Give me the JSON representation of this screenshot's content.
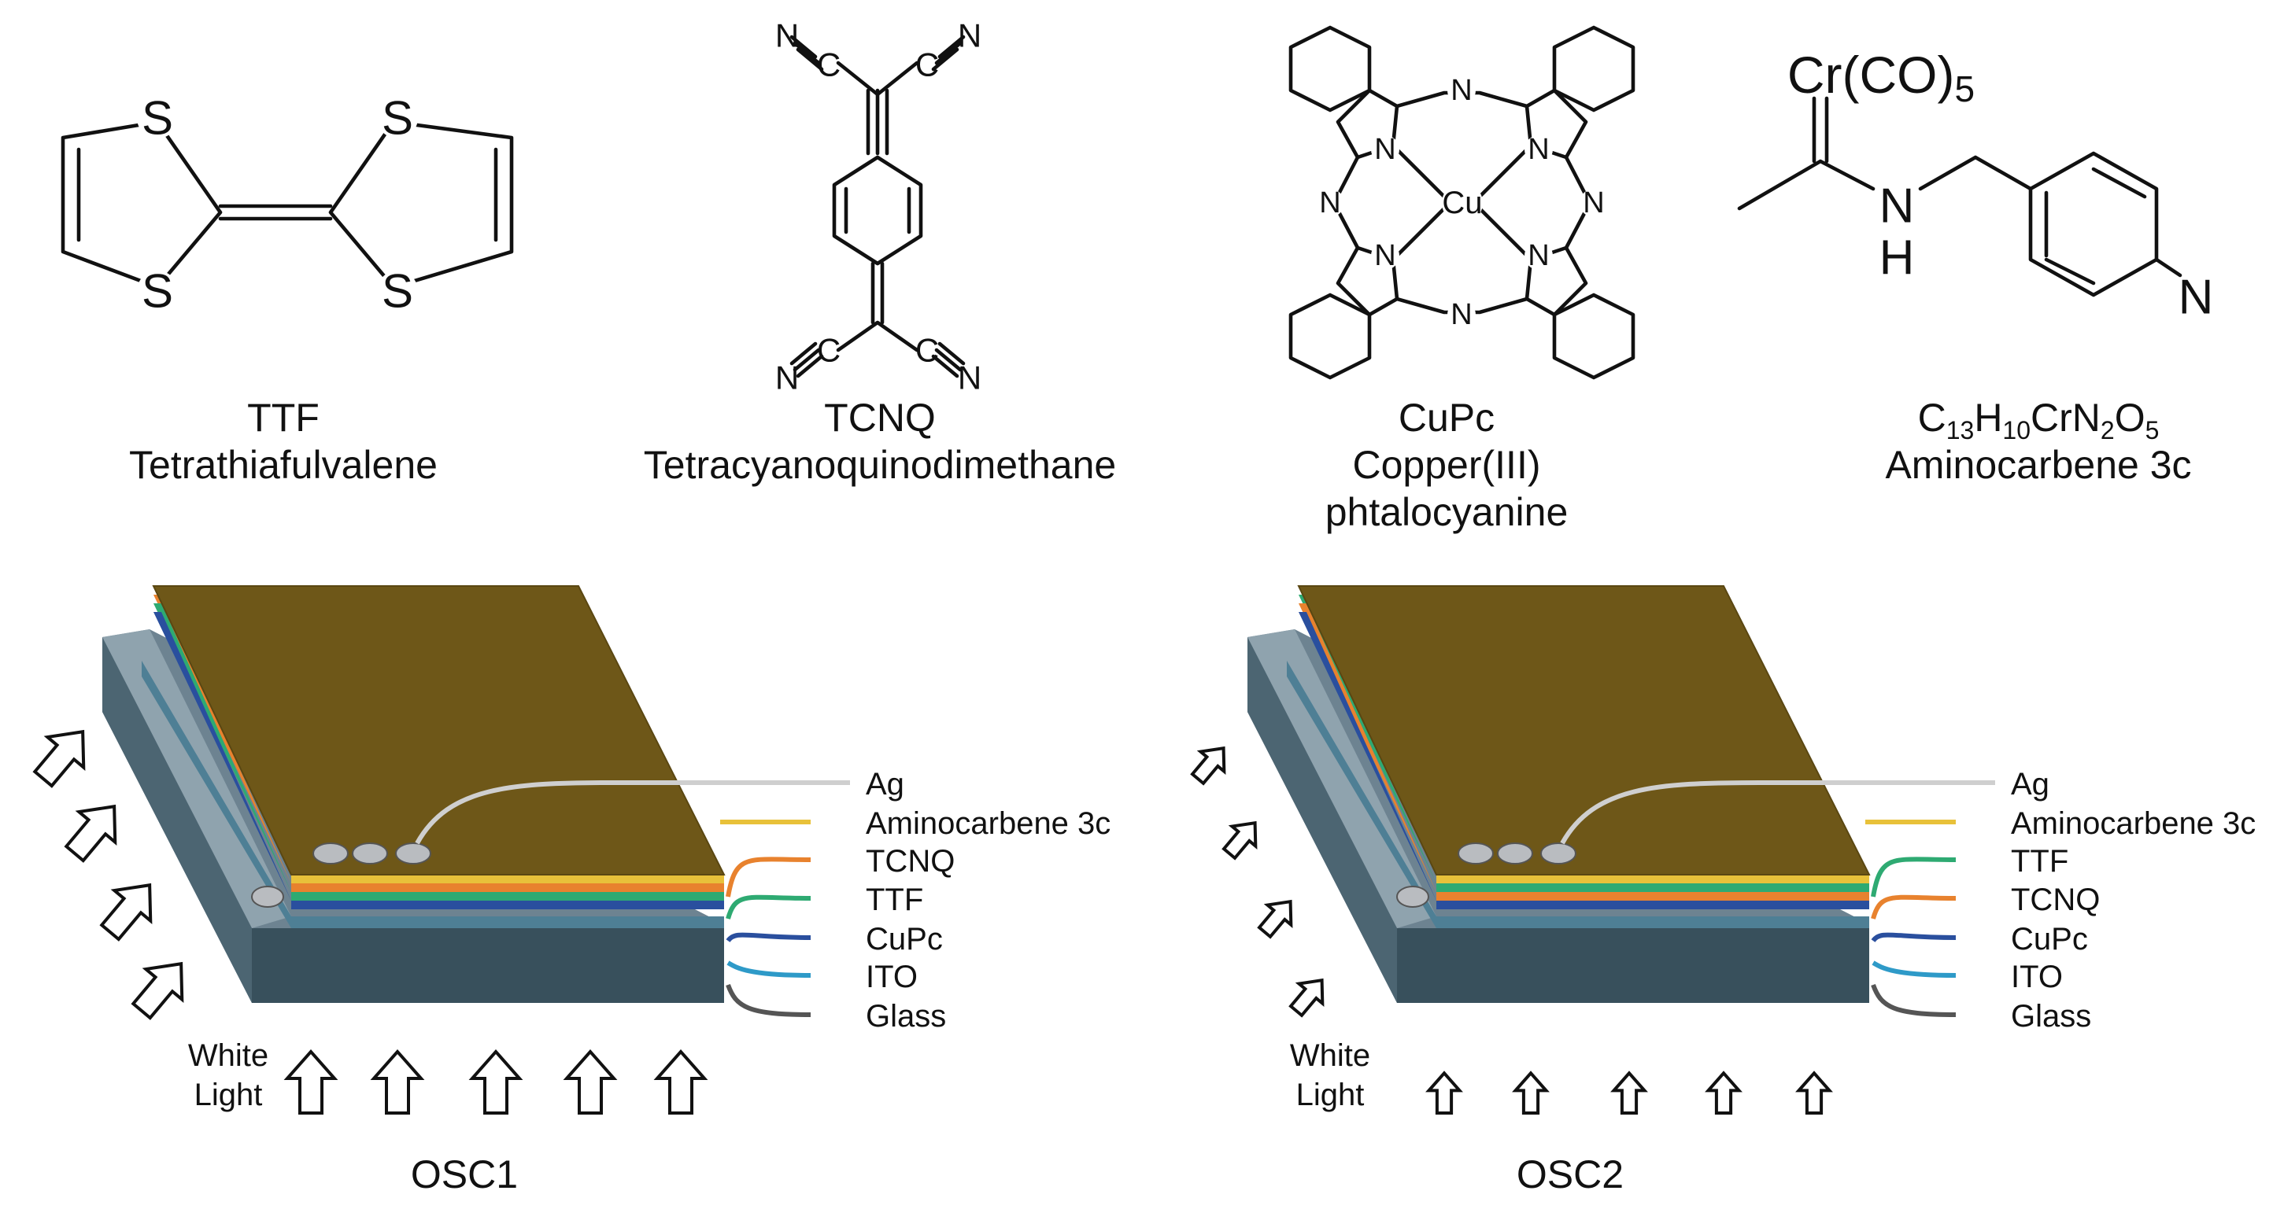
{
  "molecules": [
    {
      "abbr": "TTF",
      "name": "Tetrathiafulvalene"
    },
    {
      "abbr": "TCNQ",
      "name": "Tetracyanoquinodimethane"
    },
    {
      "abbr": "CuPc",
      "name": "Copper(III)",
      "name2": "phtalocyanine"
    },
    {
      "abbr_parts": [
        "C",
        "13",
        "H",
        "10",
        "CrN",
        "2",
        "O",
        "5"
      ],
      "name": "Aminocarbene 3c"
    }
  ],
  "atoms": {
    "S": "S",
    "N": "N",
    "C": "C",
    "Cu": "Cu",
    "H": "H",
    "cr_group": "Cr(CO)",
    "cr_sub": "5"
  },
  "devices": [
    {
      "title": "OSC1",
      "light_label": [
        "White",
        "Light"
      ],
      "layers": [
        {
          "name": "Ag",
          "color": "#c8c8c8"
        },
        {
          "name": "Aminocarbene 3c",
          "color": "#e8c13a"
        },
        {
          "name": "TCNQ",
          "color": "#e8822e"
        },
        {
          "name": "TTF",
          "color": "#2eaa72"
        },
        {
          "name": "CuPc",
          "color": "#2a4f9e"
        },
        {
          "name": "ITO",
          "color": "#2e9ac8"
        },
        {
          "name": "Glass",
          "color": "#555555"
        }
      ]
    },
    {
      "title": "OSC2",
      "light_label": [
        "White",
        "Light"
      ],
      "layers": [
        {
          "name": "Ag",
          "color": "#c8c8c8"
        },
        {
          "name": "Aminocarbene 3c",
          "color": "#e8c13a"
        },
        {
          "name": "TTF",
          "color": "#2eaa72"
        },
        {
          "name": "TCNQ",
          "color": "#e8822e"
        },
        {
          "name": "CuPc",
          "color": "#2a4f9e"
        },
        {
          "name": "ITO",
          "color": "#2e9ac8"
        },
        {
          "name": "Glass",
          "color": "#555555"
        }
      ]
    }
  ],
  "colors": {
    "top_film": "#6e5718",
    "glass_dark": "#38505c",
    "glass_light": "#6d8391"
  }
}
